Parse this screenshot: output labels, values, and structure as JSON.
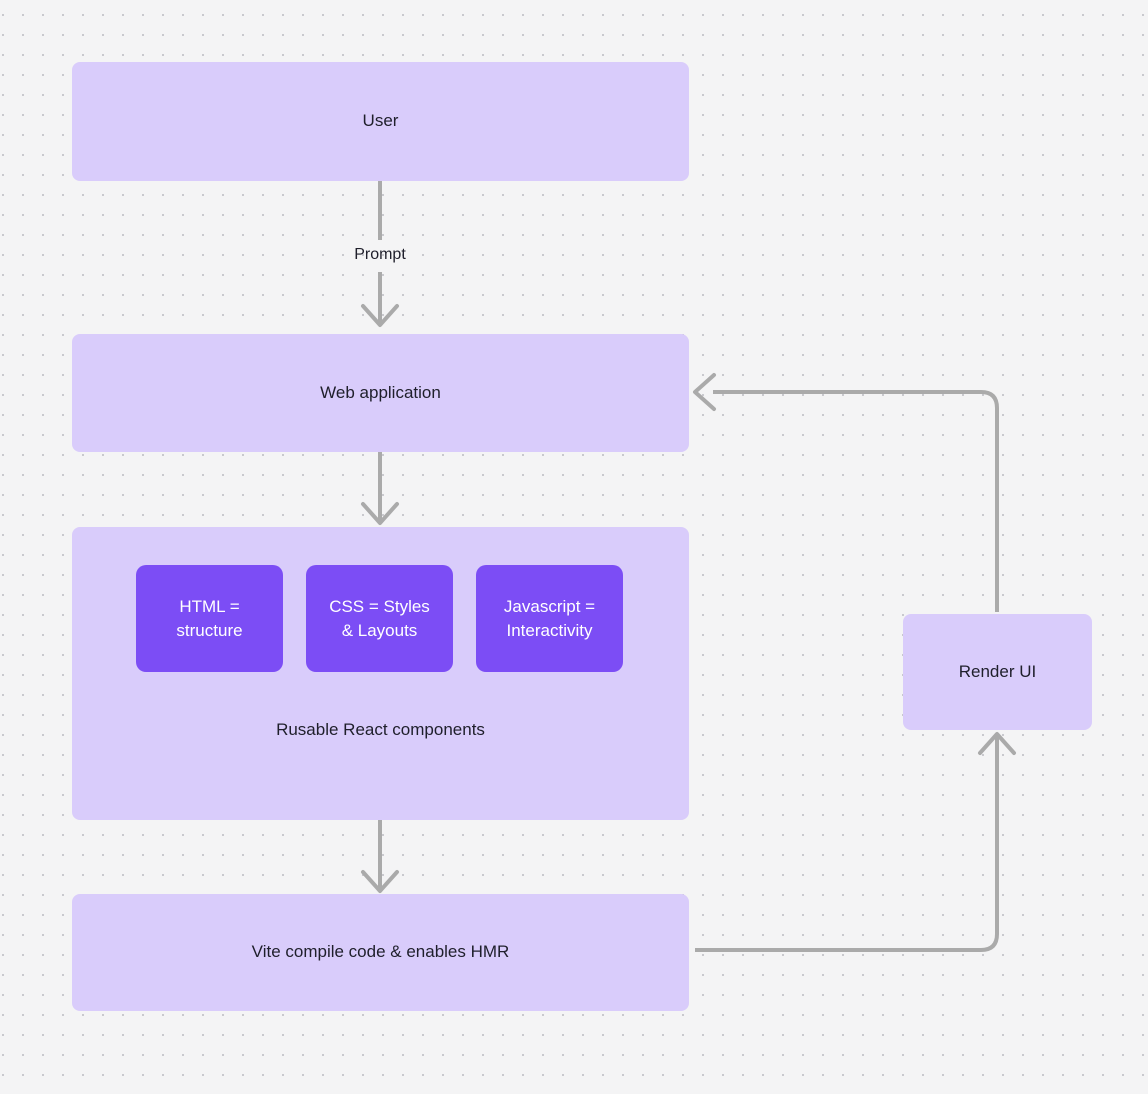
{
  "canvas": {
    "background_color": "#f4f4f5",
    "dot_color": "#c9c9ce",
    "grid_spacing": 20
  },
  "colors": {
    "node_light": "#d9ccfb",
    "node_dark": "#7c4df5",
    "text_dark": "#1f1f2b",
    "text_light": "#ffffff",
    "edge": "#aaaaaa"
  },
  "diagram": {
    "type": "flowchart",
    "nodes": [
      {
        "id": "user",
        "label": "User",
        "style": "light"
      },
      {
        "id": "web-application",
        "label": "Web application",
        "style": "light"
      },
      {
        "id": "components-group",
        "label": "Rusable React components",
        "style": "light"
      },
      {
        "id": "html",
        "label_line1": "HTML =",
        "label_line2": "structure",
        "style": "dark"
      },
      {
        "id": "css",
        "label_line1": "CSS = Styles",
        "label_line2": "& Layouts",
        "style": "dark"
      },
      {
        "id": "javascript",
        "label_line1": "Javascript =",
        "label_line2": "Interactivity",
        "style": "dark"
      },
      {
        "id": "vite",
        "label": "Vite compile code & enables HMR",
        "style": "light"
      },
      {
        "id": "render-ui",
        "label": "Render UI",
        "style": "light"
      }
    ],
    "edges": [
      {
        "id": "user-to-web",
        "from": "user",
        "to": "web-application",
        "label": "Prompt"
      },
      {
        "id": "web-to-components",
        "from": "web-application",
        "to": "components-group",
        "label": ""
      },
      {
        "id": "components-to-vite",
        "from": "components-group",
        "to": "vite",
        "label": ""
      },
      {
        "id": "vite-to-render",
        "from": "vite",
        "to": "render-ui",
        "label": ""
      },
      {
        "id": "render-to-web",
        "from": "render-ui",
        "to": "web-application",
        "label": ""
      }
    ]
  }
}
